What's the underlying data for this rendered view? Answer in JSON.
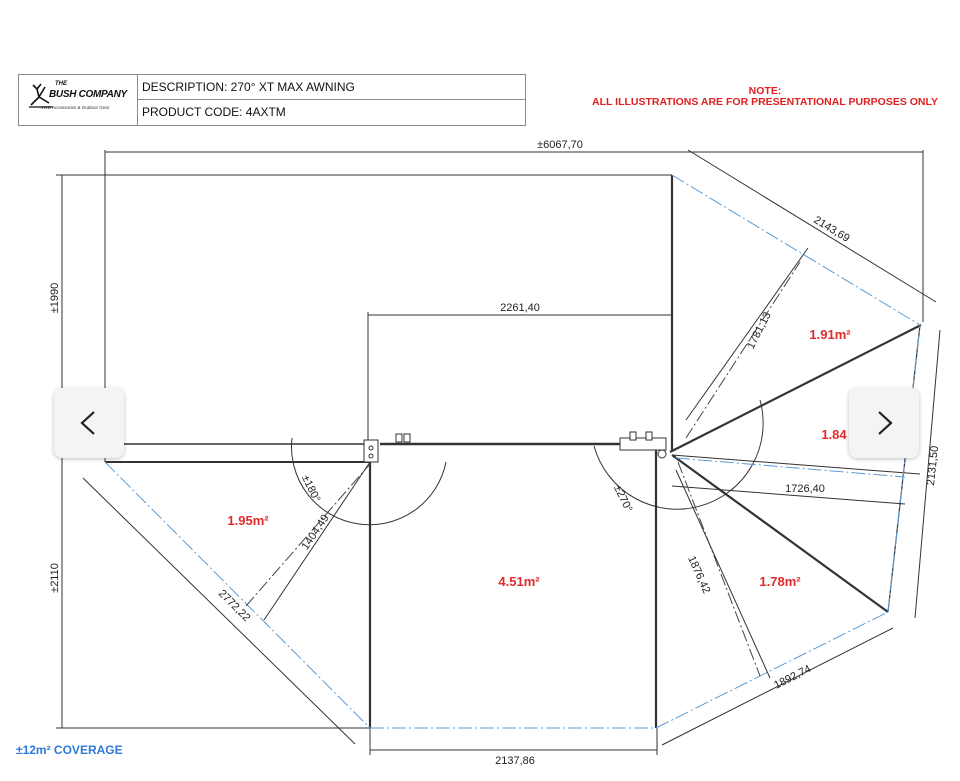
{
  "title_block": {
    "logo_the": "THE",
    "logo_name": "BUSH COMPANY",
    "logo_tagline": "4WD Accessories & Outdoor Gear",
    "description": "DESCRIPTION: 270° XT MAX AWNING",
    "product_code": "PRODUCT CODE: 4AXTM"
  },
  "note": {
    "heading": "NOTE:",
    "text": "ALL ILLUSTRATIONS ARE FOR PRESENTATIONAL PURPOSES ONLY"
  },
  "dimensions": {
    "overall_width": "±6067,70",
    "height_upper": "±1990",
    "height_lower": "±2110",
    "inner_span": "2261,40",
    "wing_top_edge": "2143,69",
    "wing_top_radius": "1781,13",
    "wing_right_edge": "2131,50",
    "wing_right_radius": "1726,40",
    "wing_lower_radius": "1876,42",
    "wing_lower_edge": "1892,74",
    "front_width": "2137,86",
    "left_radius": "1404,49",
    "left_diagonal": "2772,22",
    "angle_left": "±180°",
    "angle_right": "±270°"
  },
  "areas": {
    "left": "1.95m²",
    "center": "4.51m²",
    "top_right": "1.91m²",
    "right": "1.84",
    "lower_right": "1.78m²"
  },
  "coverage": "±12m² COVERAGE",
  "colors": {
    "area_label": "#e02b2b",
    "note": "#e02020",
    "coverage": "#2f7ad8",
    "blue_dash": "#5b9bd5"
  },
  "icons": {
    "prev": "chevron-left-icon",
    "next": "chevron-right-icon"
  }
}
